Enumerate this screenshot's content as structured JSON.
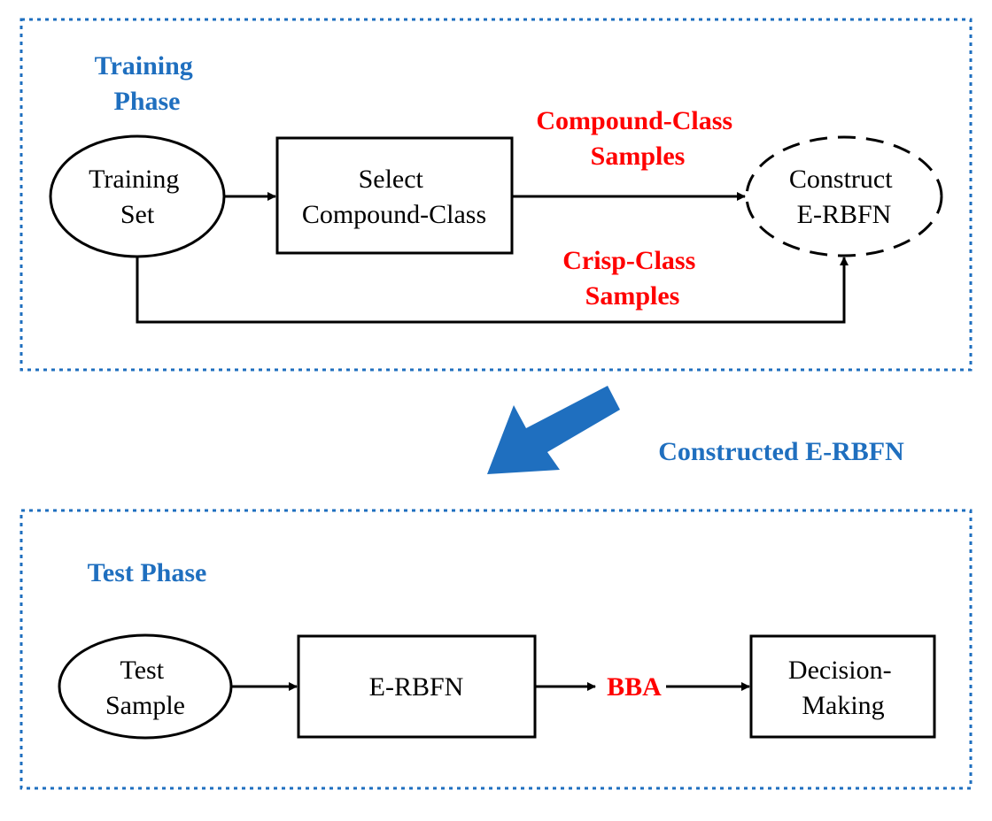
{
  "colors": {
    "phase_blue": "#1F6FBF",
    "label_red": "#FF0000",
    "stroke": "#000000",
    "big_arrow": "#1F6FBF"
  },
  "training": {
    "title_line1": "Training",
    "title_line2": "Phase",
    "training_set_line1": "Training",
    "training_set_line2": "Set",
    "select_line1": "Select",
    "select_line2": "Compound-Class",
    "construct_line1": "Construct",
    "construct_line2": "E-RBFN",
    "compound_line1": "Compound-Class",
    "compound_line2": "Samples",
    "crisp_line1": "Crisp-Class",
    "crisp_line2": "Samples"
  },
  "transfer": {
    "label": "Constructed E-RBFN"
  },
  "test": {
    "title": "Test Phase",
    "test_sample_line1": "Test",
    "test_sample_line2": "Sample",
    "erbfn": "E-RBFN",
    "bba": "BBA",
    "decision_line1": "Decision-",
    "decision_line2": "Making"
  }
}
